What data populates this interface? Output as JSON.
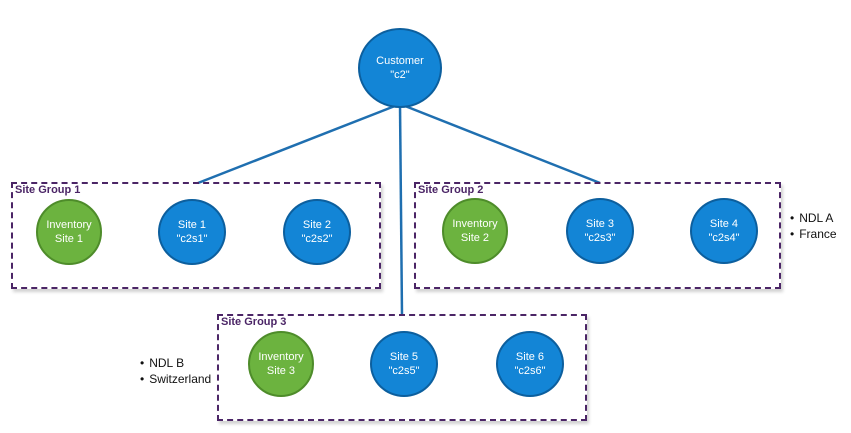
{
  "customer": {
    "line1": "Customer",
    "line2": "\"c2\""
  },
  "groups": [
    {
      "title": "Site Group 1",
      "sites": [
        {
          "line1": "Inventory",
          "line2": "Site 1",
          "color": "green"
        },
        {
          "line1": "Site 1",
          "line2": "\"c2s1\"",
          "color": "blue"
        },
        {
          "line1": "Site 2",
          "line2": "\"c2s2\"",
          "color": "blue"
        }
      ]
    },
    {
      "title": "Site Group 2",
      "sites": [
        {
          "line1": "Inventory",
          "line2": "Site 2",
          "color": "green"
        },
        {
          "line1": "Site 3",
          "line2": "\"c2s3\"",
          "color": "blue"
        },
        {
          "line1": "Site 4",
          "line2": "\"c2s4\"",
          "color": "blue"
        }
      ],
      "notes": [
        "NDL A",
        "France"
      ]
    },
    {
      "title": "Site Group 3",
      "sites": [
        {
          "line1": "Inventory",
          "line2": "Site 3",
          "color": "green"
        },
        {
          "line1": "Site 5",
          "line2": "\"c2s5\"",
          "color": "blue"
        },
        {
          "line1": "Site 6",
          "line2": "\"c2s6\"",
          "color": "blue"
        }
      ],
      "notes": [
        "NDL B",
        "Switzerland"
      ]
    }
  ],
  "colors": {
    "blue": "#1385d6",
    "green": "#6cb33f",
    "connector": "#1f6fb0",
    "group_border": "#4b2566"
  }
}
